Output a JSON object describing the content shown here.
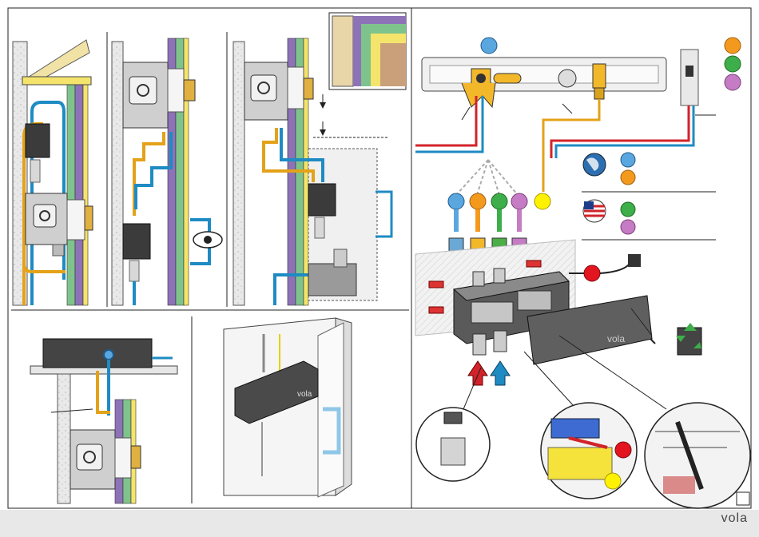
{
  "brand": {
    "name": "vola"
  },
  "colors": {
    "hot": "#d2232a",
    "cold": "#1e8bc3",
    "brass": "#e3a21a",
    "wall_purple": "#8e72b8",
    "wall_green": "#7fc38c",
    "wall_yellow": "#f4e46c",
    "marker_blue": "#5aa7e0",
    "marker_orange": "#f39a1e",
    "marker_green": "#3dae49",
    "marker_pink": "#c57cc4",
    "marker_yellow": "#fff200",
    "marker_red": "#e3151f"
  },
  "legend": {
    "world_markers": [
      "blue",
      "orange"
    ],
    "us_markers": [
      "green",
      "pink"
    ]
  },
  "icons": [
    "globe-icon",
    "us-flag-icon",
    "eye-icon",
    "recycle-icon"
  ]
}
